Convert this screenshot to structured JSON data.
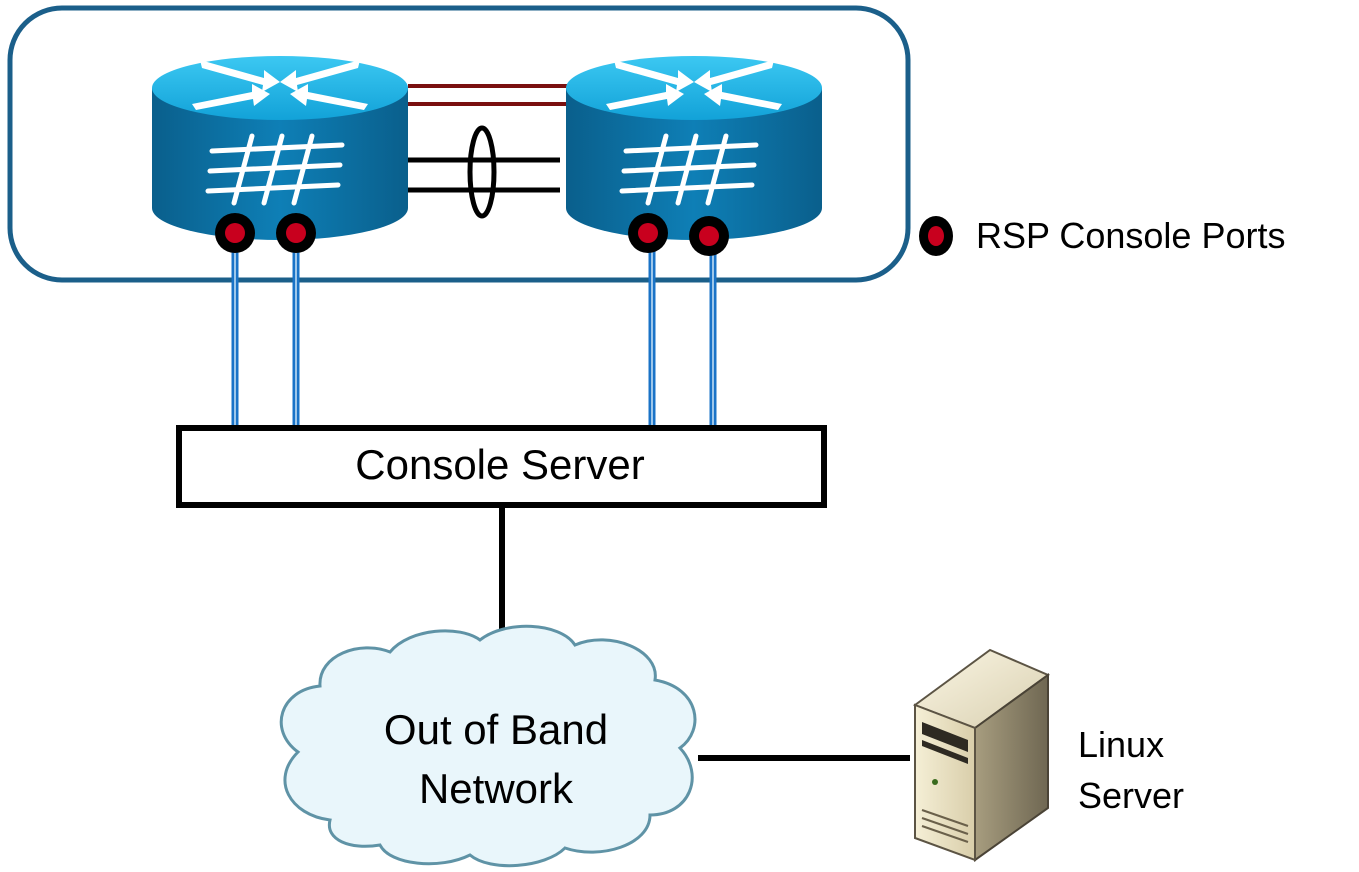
{
  "legend": {
    "label": "RSP Console Ports"
  },
  "console_server": {
    "label": "Console Server"
  },
  "network_cloud": {
    "line1": "Out of Band",
    "line2": "Network"
  },
  "linux_server": {
    "line1": "Linux",
    "line2": "Server"
  },
  "colors": {
    "cluster_border": "#1b5f8a",
    "router_body": "#0b6fa0",
    "router_top": "#1fb6e8",
    "port_fill": "#c8001e",
    "console_cable": "#1a73c7",
    "ha_link": "#8a1a1a",
    "cloud_fill": "#e9f6fb",
    "cloud_stroke": "#5f93a6"
  },
  "icons": {
    "router": "router-icon",
    "port": "console-port-icon",
    "server": "server-tower-icon",
    "cloud": "cloud-icon"
  }
}
